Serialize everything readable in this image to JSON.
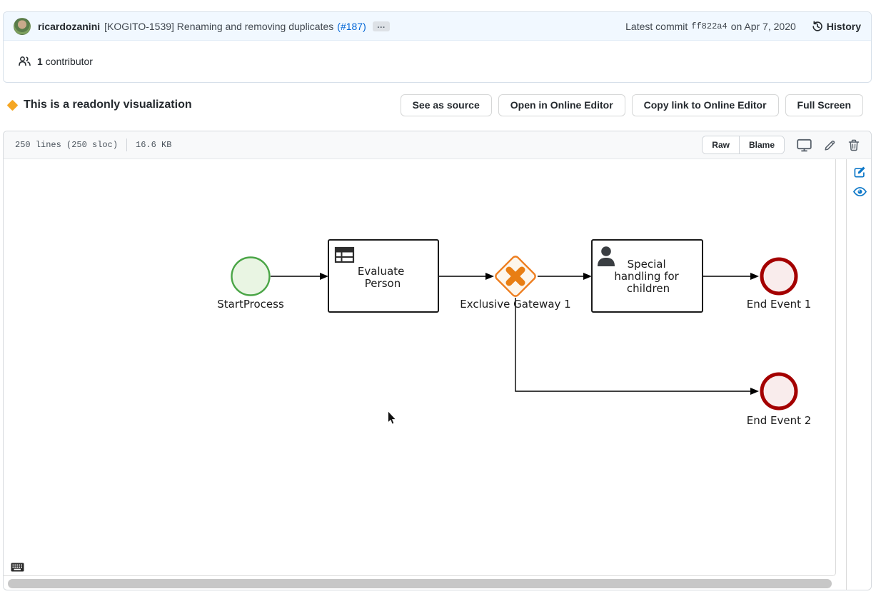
{
  "commit": {
    "author": "ricardozanini",
    "message": "[KOGITO-1539] Renaming and removing duplicates",
    "pr_number": "(#187)",
    "ellipsis": "…",
    "latest_label": "Latest commit",
    "hash": "ff822a4",
    "date": "on Apr 7, 2020",
    "history": "History"
  },
  "contributors": {
    "count": "1",
    "label": "contributor"
  },
  "viz": {
    "title": "This is a readonly visualization",
    "buttons": {
      "see_source": "See as source",
      "open_editor": "Open in Online Editor",
      "copy_link": "Copy link to Online Editor",
      "full_screen": "Full Screen"
    }
  },
  "file": {
    "lines": "250 lines (250 sloc)",
    "size": "16.6 KB",
    "raw": "Raw",
    "blame": "Blame"
  },
  "diagram": {
    "start": {
      "label": "StartProcess"
    },
    "task1": {
      "line1": "Evaluate",
      "line2": "Person"
    },
    "gateway": {
      "label": "Exclusive Gateway 1"
    },
    "task2": {
      "line1": "Special",
      "line2": "handling for",
      "line3": "children"
    },
    "end1": {
      "label": "End Event 1"
    },
    "end2": {
      "label": "End Event 2"
    }
  },
  "colors": {
    "link_blue": "#0366d6",
    "commit_bar_bg": "#f1f8ff",
    "readonly_diamond": "#f5a623",
    "start_event_fill": "#e9f5e3",
    "start_event_stroke": "#4aa546",
    "gateway_fill": "#fdf6ec",
    "gateway_stroke": "#ee7e1f",
    "end_event_fill": "#f9ecec",
    "end_event_stroke": "#a40000",
    "side_icon_blue": "#0e78c8"
  }
}
